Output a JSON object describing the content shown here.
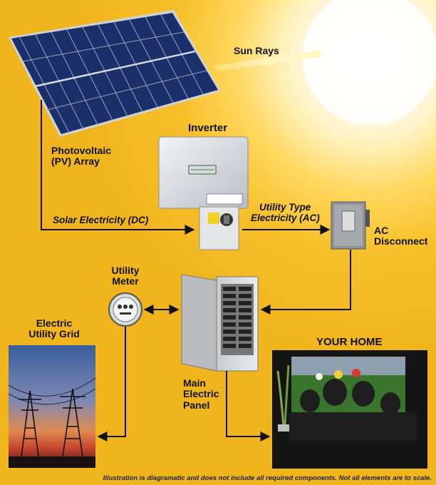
{
  "labels": {
    "sun_rays": "Sun Rays",
    "inverter": "Inverter",
    "pv_array_line1": "Photovoltaic",
    "pv_array_line2": "(PV) Array",
    "solar_dc": "Solar Electricity (DC)",
    "utility_ac_line1": "Utility Type",
    "utility_ac_line2": "Electricity (AC)",
    "ac_disconnect_line1": "AC",
    "ac_disconnect_line2": "Disconnect",
    "utility_meter_line1": "Utility",
    "utility_meter_line2": "Meter",
    "grid_line1": "Electric",
    "grid_line2": "Utility Grid",
    "your_home": "YOUR HOME",
    "panel_line1": "Main",
    "panel_line2": "Electric",
    "panel_line3": "Panel"
  },
  "footnote": "Illustration is diagramatic and does not include all required components. Not all elements are to scale.",
  "colors": {
    "background": "#f2b820",
    "sun": "#fffbe8",
    "lines": "#111111",
    "pv_cell": "#1b2f6a"
  }
}
